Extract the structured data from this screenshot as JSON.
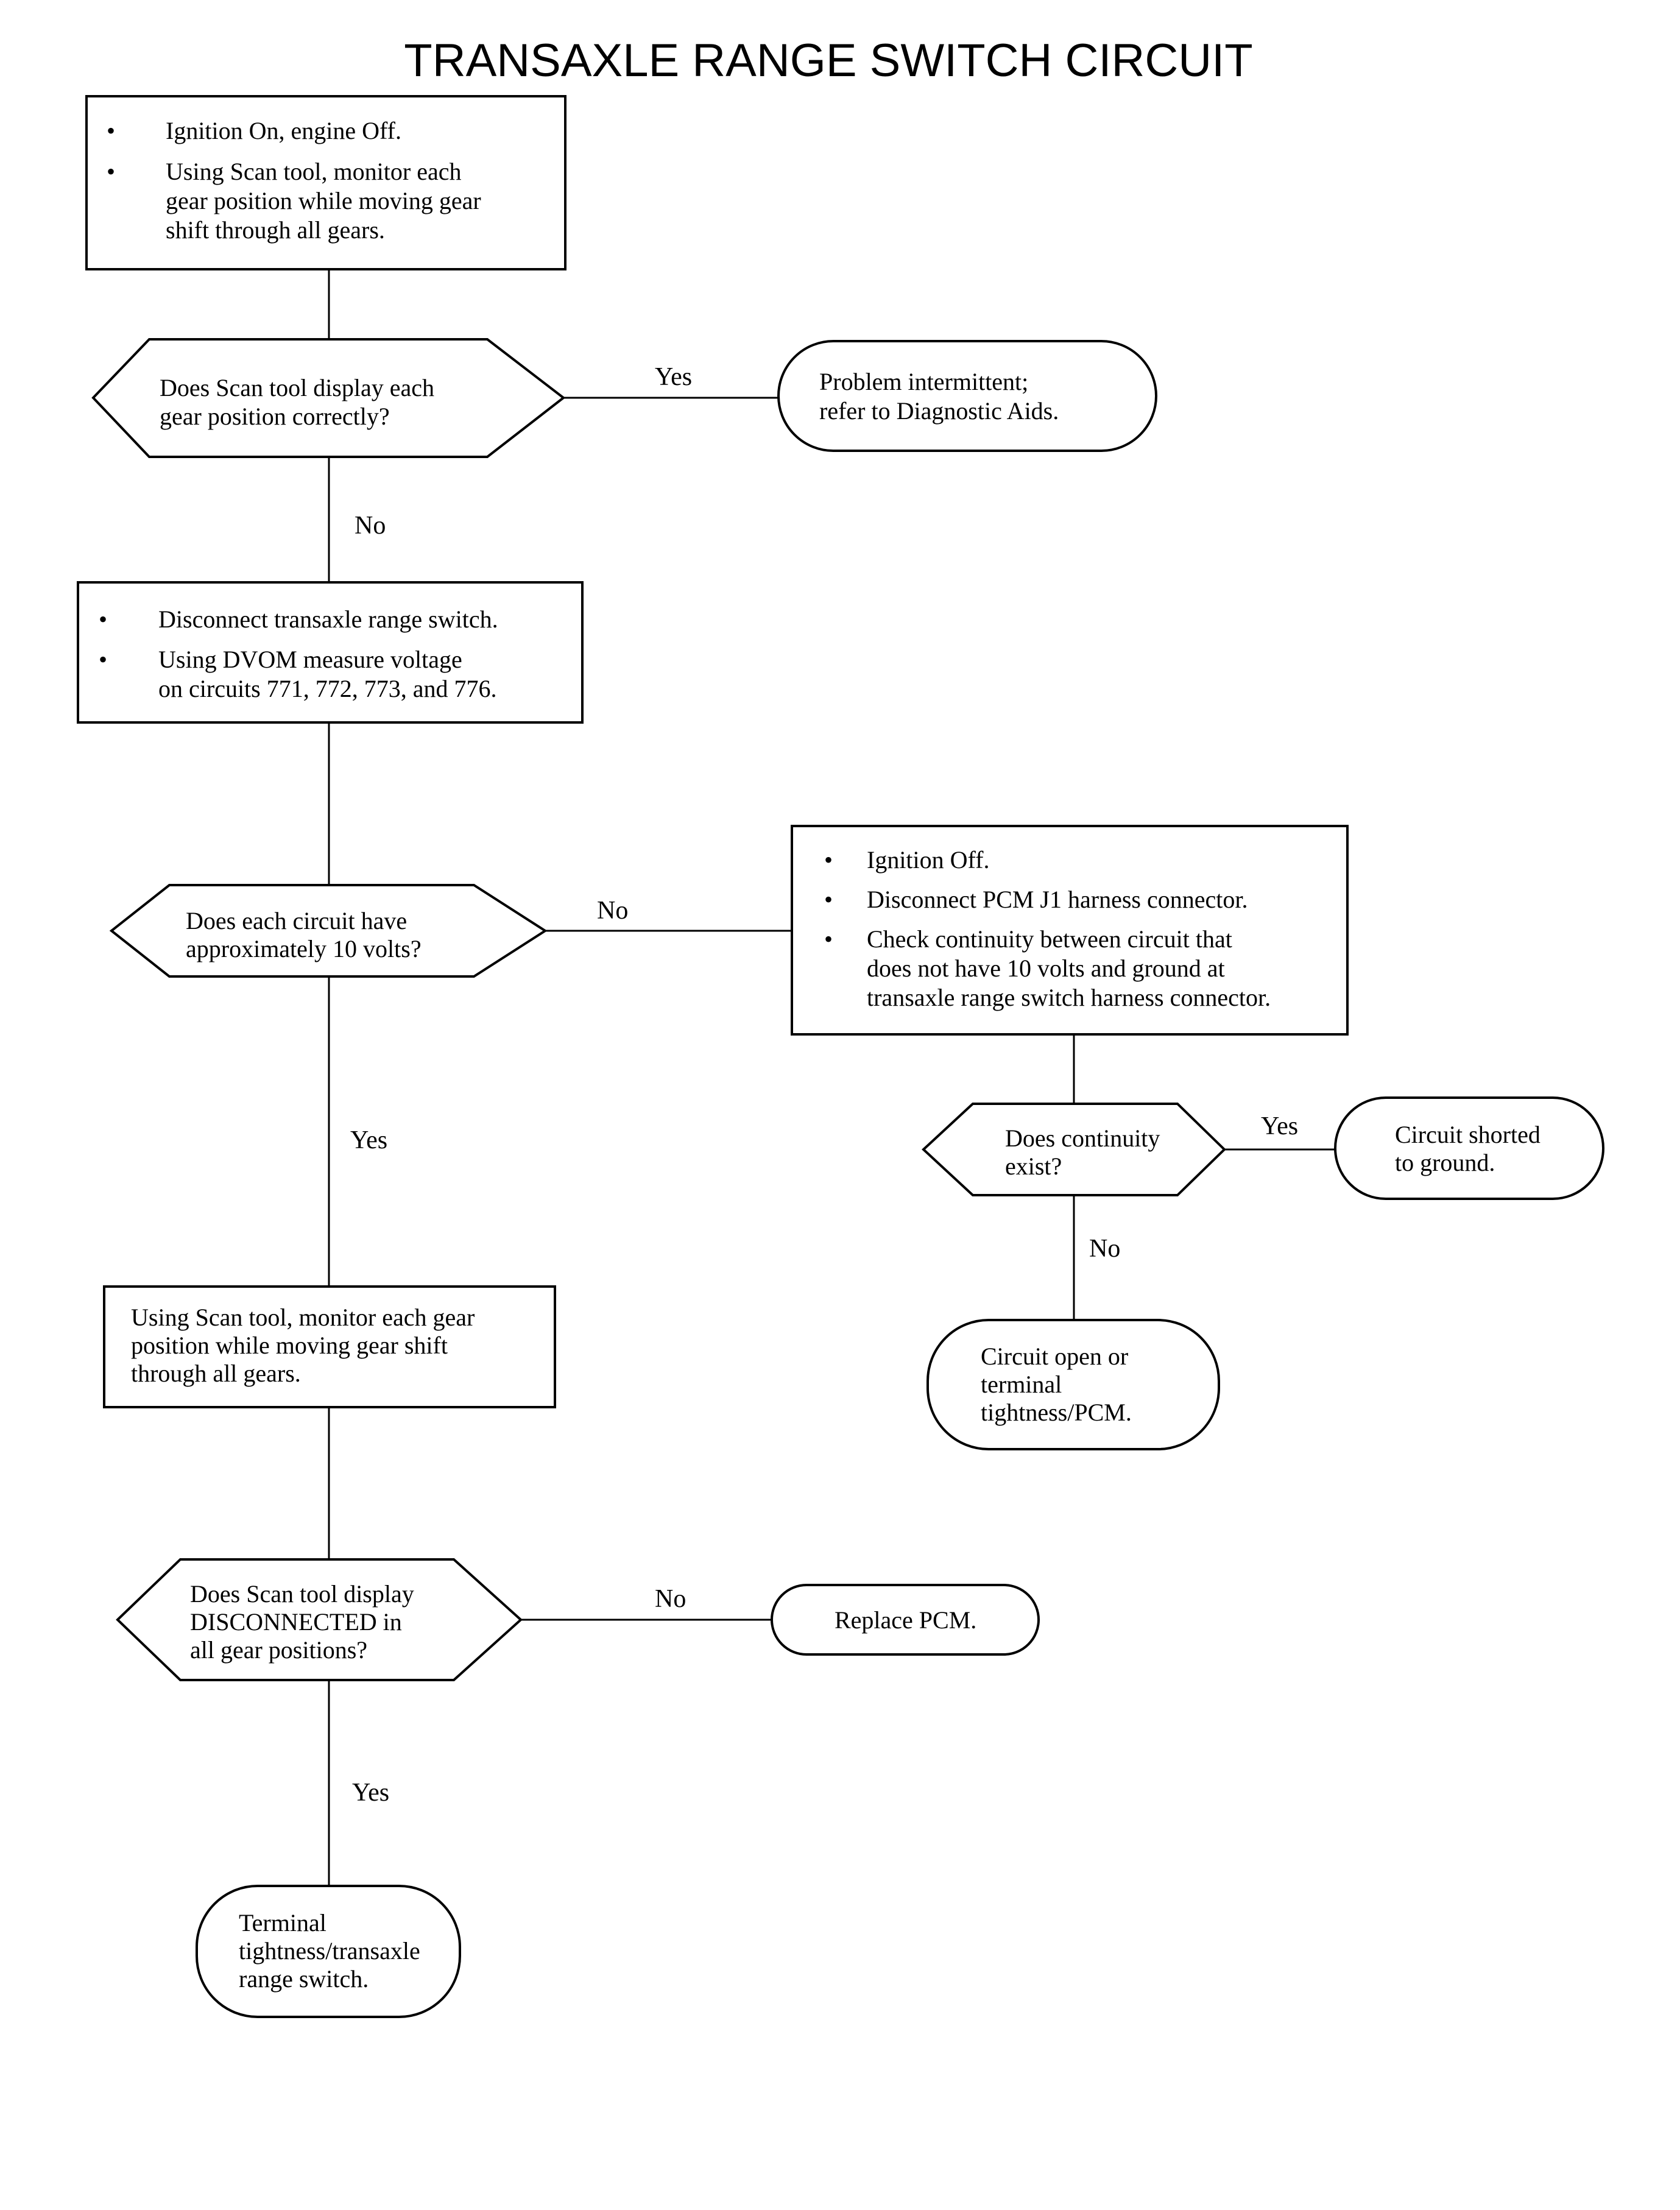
{
  "title": "TRANSAXLE RANGE SWITCH CIRCUIT",
  "nodes": {
    "step1": {
      "bullets": [
        [
          "Ignition On, engine Off."
        ],
        [
          "Using Scan tool, monitor each",
          "gear position while moving gear",
          "shift through all gears."
        ]
      ]
    },
    "q1": {
      "lines": [
        "Does Scan tool display each",
        "gear position correctly?"
      ]
    },
    "end_intermittent": {
      "lines": [
        "Problem intermittent;",
        "refer to Diagnostic Aids."
      ]
    },
    "step2": {
      "bullets": [
        [
          "Disconnect transaxle range switch."
        ],
        [
          "Using DVOM measure voltage",
          "on circuits 771, 772, 773, and 776."
        ]
      ]
    },
    "q2": {
      "lines": [
        "Does each circuit have",
        "approximately 10 volts?"
      ]
    },
    "step3": {
      "bullets": [
        [
          "Ignition Off."
        ],
        [
          "Disconnect PCM J1 harness connector."
        ],
        [
          "Check continuity between circuit that",
          "does not have 10 volts and ground at",
          "transaxle range switch harness connector."
        ]
      ]
    },
    "q3": {
      "lines": [
        "Does continuity",
        "exist?"
      ]
    },
    "end_shorted": {
      "lines": [
        "Circuit shorted",
        "to ground."
      ]
    },
    "end_open": {
      "lines": [
        "Circuit open or",
        "terminal",
        "tightness/PCM."
      ]
    },
    "step4": {
      "lines": [
        "Using Scan tool, monitor each gear",
        "position while moving gear shift",
        "through all gears."
      ]
    },
    "q4": {
      "lines": [
        "Does Scan tool display",
        "DISCONNECTED in",
        "all gear positions?"
      ]
    },
    "end_replace": {
      "lines": [
        "Replace PCM."
      ]
    },
    "end_terminal": {
      "lines": [
        "Terminal",
        "tightness/transaxle",
        "range switch."
      ]
    }
  },
  "edge_labels": {
    "q1_yes": "Yes",
    "q1_no": "No",
    "q2_no": "No",
    "q2_yes": "Yes",
    "q3_yes": "Yes",
    "q3_no": "No",
    "q4_no": "No",
    "q4_yes": "Yes"
  }
}
